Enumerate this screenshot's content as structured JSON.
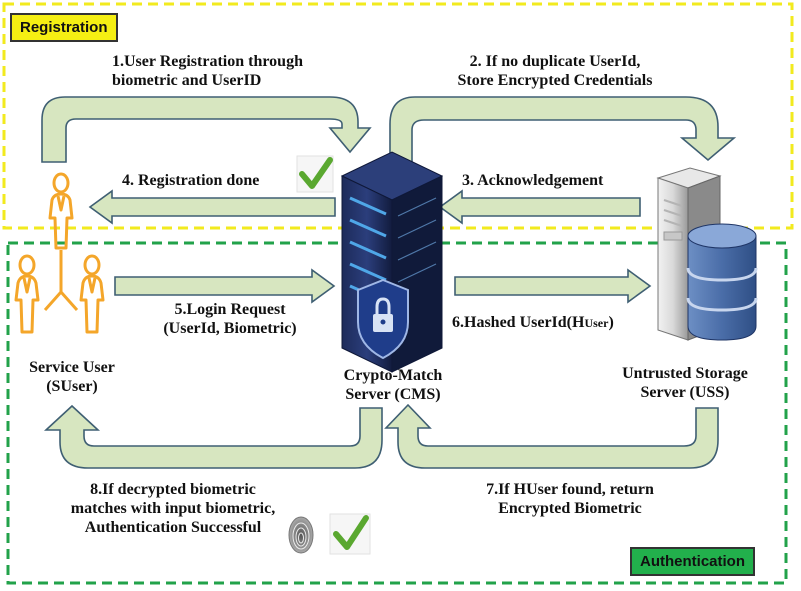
{
  "sections": {
    "registration": "Registration",
    "authentication": "Authentication"
  },
  "actors": {
    "service_user": [
      "Service User",
      "(SUser)"
    ],
    "cms": [
      "Crypto-Match",
      "Server (CMS)"
    ],
    "uss": [
      "Untrusted Storage",
      "Server (USS)"
    ]
  },
  "steps": {
    "s1": [
      "1.User Registration through",
      "biometric and UserID"
    ],
    "s2": [
      "2. If no duplicate UserId,",
      "Store Encrypted Credentials"
    ],
    "s3": "3. Acknowledgement",
    "s4": "4. Registration done",
    "s5": [
      "5.Login Request",
      "(UserId, Biometric)"
    ],
    "s6": {
      "main": "6.Hashed UserId(H",
      "sub": "User",
      "close": ")"
    },
    "s7": [
      "7.If HUser found, return",
      "Encrypted Biometric"
    ],
    "s8": [
      "8.If decrypted biometric",
      "matches with input biometric,",
      "Authentication Successful"
    ]
  },
  "colors": {
    "registration_border": "#f2ea1e",
    "authentication_border": "#22a24a",
    "arrow_fill": "#d7e6c0",
    "arrow_stroke": "#3f5f73",
    "person": "#f4a62a",
    "check": "#5aa830"
  },
  "icons": [
    "person-icon",
    "server-rack-icon",
    "shield-lock-icon",
    "storage-server-icon",
    "database-icon",
    "checkmark-icon",
    "fingerprint-icon"
  ]
}
